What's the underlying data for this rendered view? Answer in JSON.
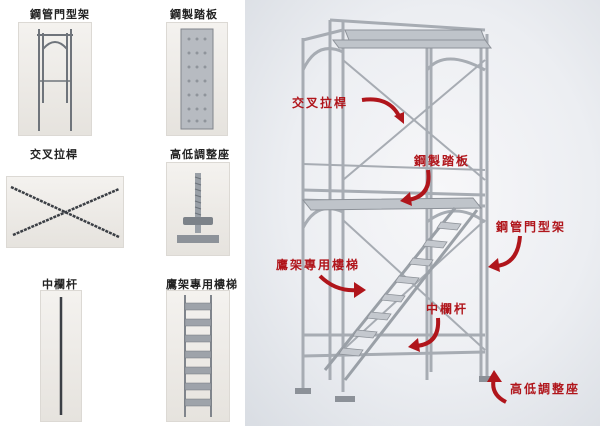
{
  "parts": {
    "frame": "鋼管門型架",
    "board": "鋼製踏板",
    "brace": "交叉拉桿",
    "jack": "高低調整座",
    "bar": "中欄杆",
    "ladder": "鷹架專用樓梯"
  },
  "callouts": {
    "brace": "交叉拉桿",
    "board": "鋼製踏板",
    "frame": "鋼管門型架",
    "ladder": "鷹架專用樓梯",
    "bar": "中欄杆",
    "jack": "高低調整座"
  },
  "colors": {
    "callout_red": "#b0151b",
    "steel": "#9ea3aa"
  }
}
